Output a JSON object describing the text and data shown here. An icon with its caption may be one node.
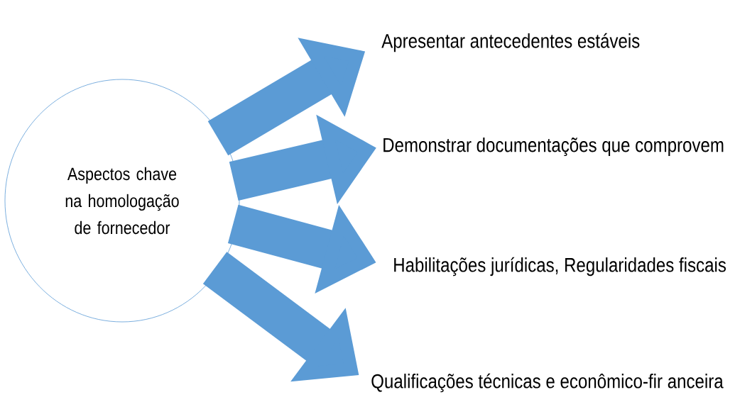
{
  "diagram": {
    "nodes": [
      {
        "text": [
          "Aspectos chave na homologação de fornecedor"
        ]
      },
      {
        "text": [
          "Apresentar antecedentes estáveis"
        ]
      },
      {
        "text": [
          "Demonstrar documentações que comprovem"
        ]
      },
      {
        "text": [
          "Habilitações jurídicas, Regularidades fiscais"
        ]
      },
      {
        "text": [
          "Qualificações técnicas e econômico-fir anceira"
        ]
      }
    ],
    "edges": [
      {
        "from": 0,
        "to": 1,
        "arrow": "to"
      },
      {
        "from": 0,
        "to": 2,
        "arrow": "to"
      },
      {
        "from": 0,
        "to": 3,
        "arrow": "to"
      },
      {
        "from": 0,
        "to": 4,
        "arrow": "to"
      }
    ]
  }
}
